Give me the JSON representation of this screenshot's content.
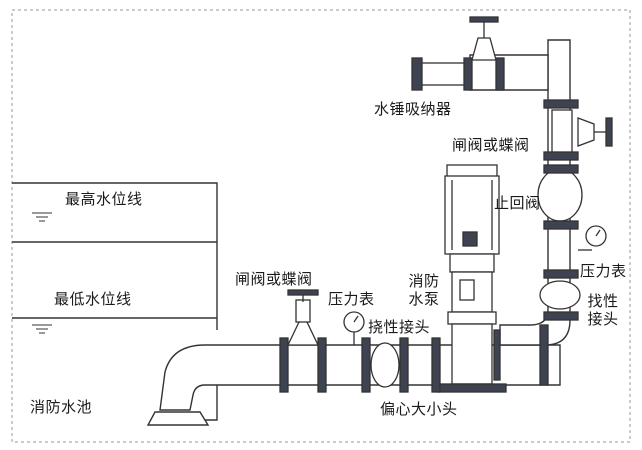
{
  "labels": {
    "water_hammer_absorber": "水锤吸纳器",
    "gate_valve_top": "闸阀或蝶阀",
    "check_valve": "止回阀",
    "pressure_gauge_right": "压力表",
    "flex_joint_right": "找性接头",
    "highest_level": "最高水位线",
    "lowest_level": "最低水位线",
    "fire_pool": "消防水池",
    "gate_valve_suction": "闸阀或蝶阀",
    "pressure_gauge_suction": "压力表",
    "flex_joint_suction": "挠性接头",
    "fire_pump": "消防水泵",
    "eccentric_reducer": "偏心大小头"
  },
  "colors": {
    "outline": "#333333",
    "flange": "#3d4350",
    "border_dash": "#999999"
  }
}
